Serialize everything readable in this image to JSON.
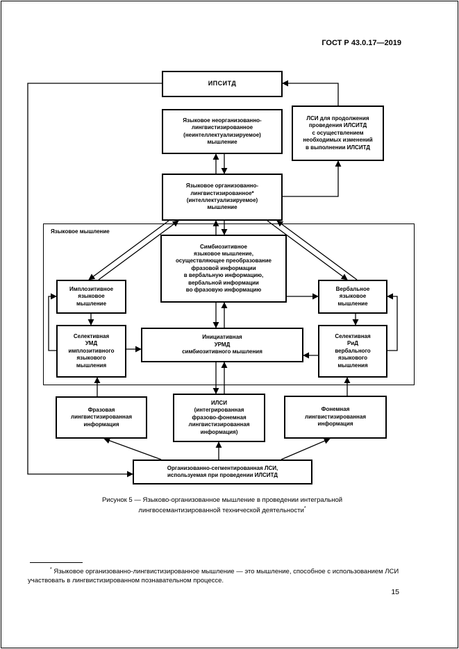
{
  "page": {
    "header": "ГОСТ Р 43.0.17—2019",
    "page_number": "15"
  },
  "figure": {
    "container_label": "Языковое мышление",
    "boxes": {
      "ipsitd": "ИПСИТД",
      "unorganized": "Языковое неорганизованно-\nлингвистизированное\n(неинтеллектуализируемое)\nмышление",
      "lsi_continuation": "ЛСИ для продолжения\nпроведения ИЛСИТД\nс осуществлением\nнеобходимых изменений\nв выполнении ИЛСИТД",
      "organized": "Языковое организованно-\nлингвистизированное*\n(интеллектуализируемое)\nмышление",
      "symbiositive": "Симбиозитивное\nязыковое мышление,\nосуществляющее преобразование\nфразовой информации\nв вербальную информацию,\nвербальной информации\nво фразовую информацию",
      "implositive": "Имплозитивное\nязыковое\nмышление",
      "verbal": "Вербальное\nязыковое\nмышление",
      "selective_umd": "Селективная\nУМД\nимплозитивного\nязыкового\nмышления",
      "initiative_urmd": "Инициативная\nУРМД\nсимбиозитивного мышления",
      "selective_rid": "Селективная\nРиД\nвербального\nязыкового\nмышления",
      "phrase_info": "Фразовая\nлингвистизированная\nинформация",
      "ilsi": "ИЛСИ\n(интегрированная\nфразово-фонемная\nлингвистизированная\nинформация)",
      "phoneme_info": "Фонемная\nлингвистизированная\nинформация",
      "organized_segmented_lsi": "Организованно-сегментированная ЛСИ,\nиспользуемая при проведении ИЛСИТД"
    },
    "caption_line1": "Рисунок 5 — Языково-организованное мышление в проведении интегральной",
    "caption_line2": "лингвосемантизированной технической деятельности",
    "caption_marker": "*"
  },
  "footnote": {
    "marker": "*",
    "text": " Языковое организованно-лингвистизированное мышление — это мышление, способное с использованием ЛСИ участвовать в лингвистизированном познавательном процессе."
  }
}
